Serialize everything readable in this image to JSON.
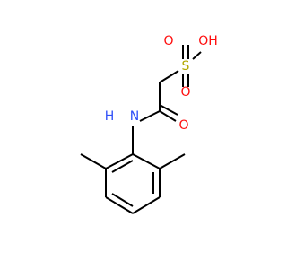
{
  "molecule": {
    "atoms": {
      "oh": {
        "label": "OH",
        "color": "#FF0D0D"
      },
      "o_top": {
        "label": "O",
        "color": "#FF0D0D"
      },
      "o_bottom": {
        "label": "O",
        "color": "#FF0D0D"
      },
      "s": {
        "label": "S",
        "color": "#B2A700"
      },
      "o_amide": {
        "label": "O",
        "color": "#FF0D0D"
      },
      "nh": {
        "label": "N",
        "color": "#3050F8"
      },
      "h_on_n": {
        "label": "H",
        "color": "#3050F8"
      }
    }
  },
  "colors": {
    "background": "#FFFFFF",
    "bond": "#000000",
    "oxygen": "#FF0D0D",
    "nitrogen": "#3050F8",
    "sulfur": "#B2A700"
  }
}
